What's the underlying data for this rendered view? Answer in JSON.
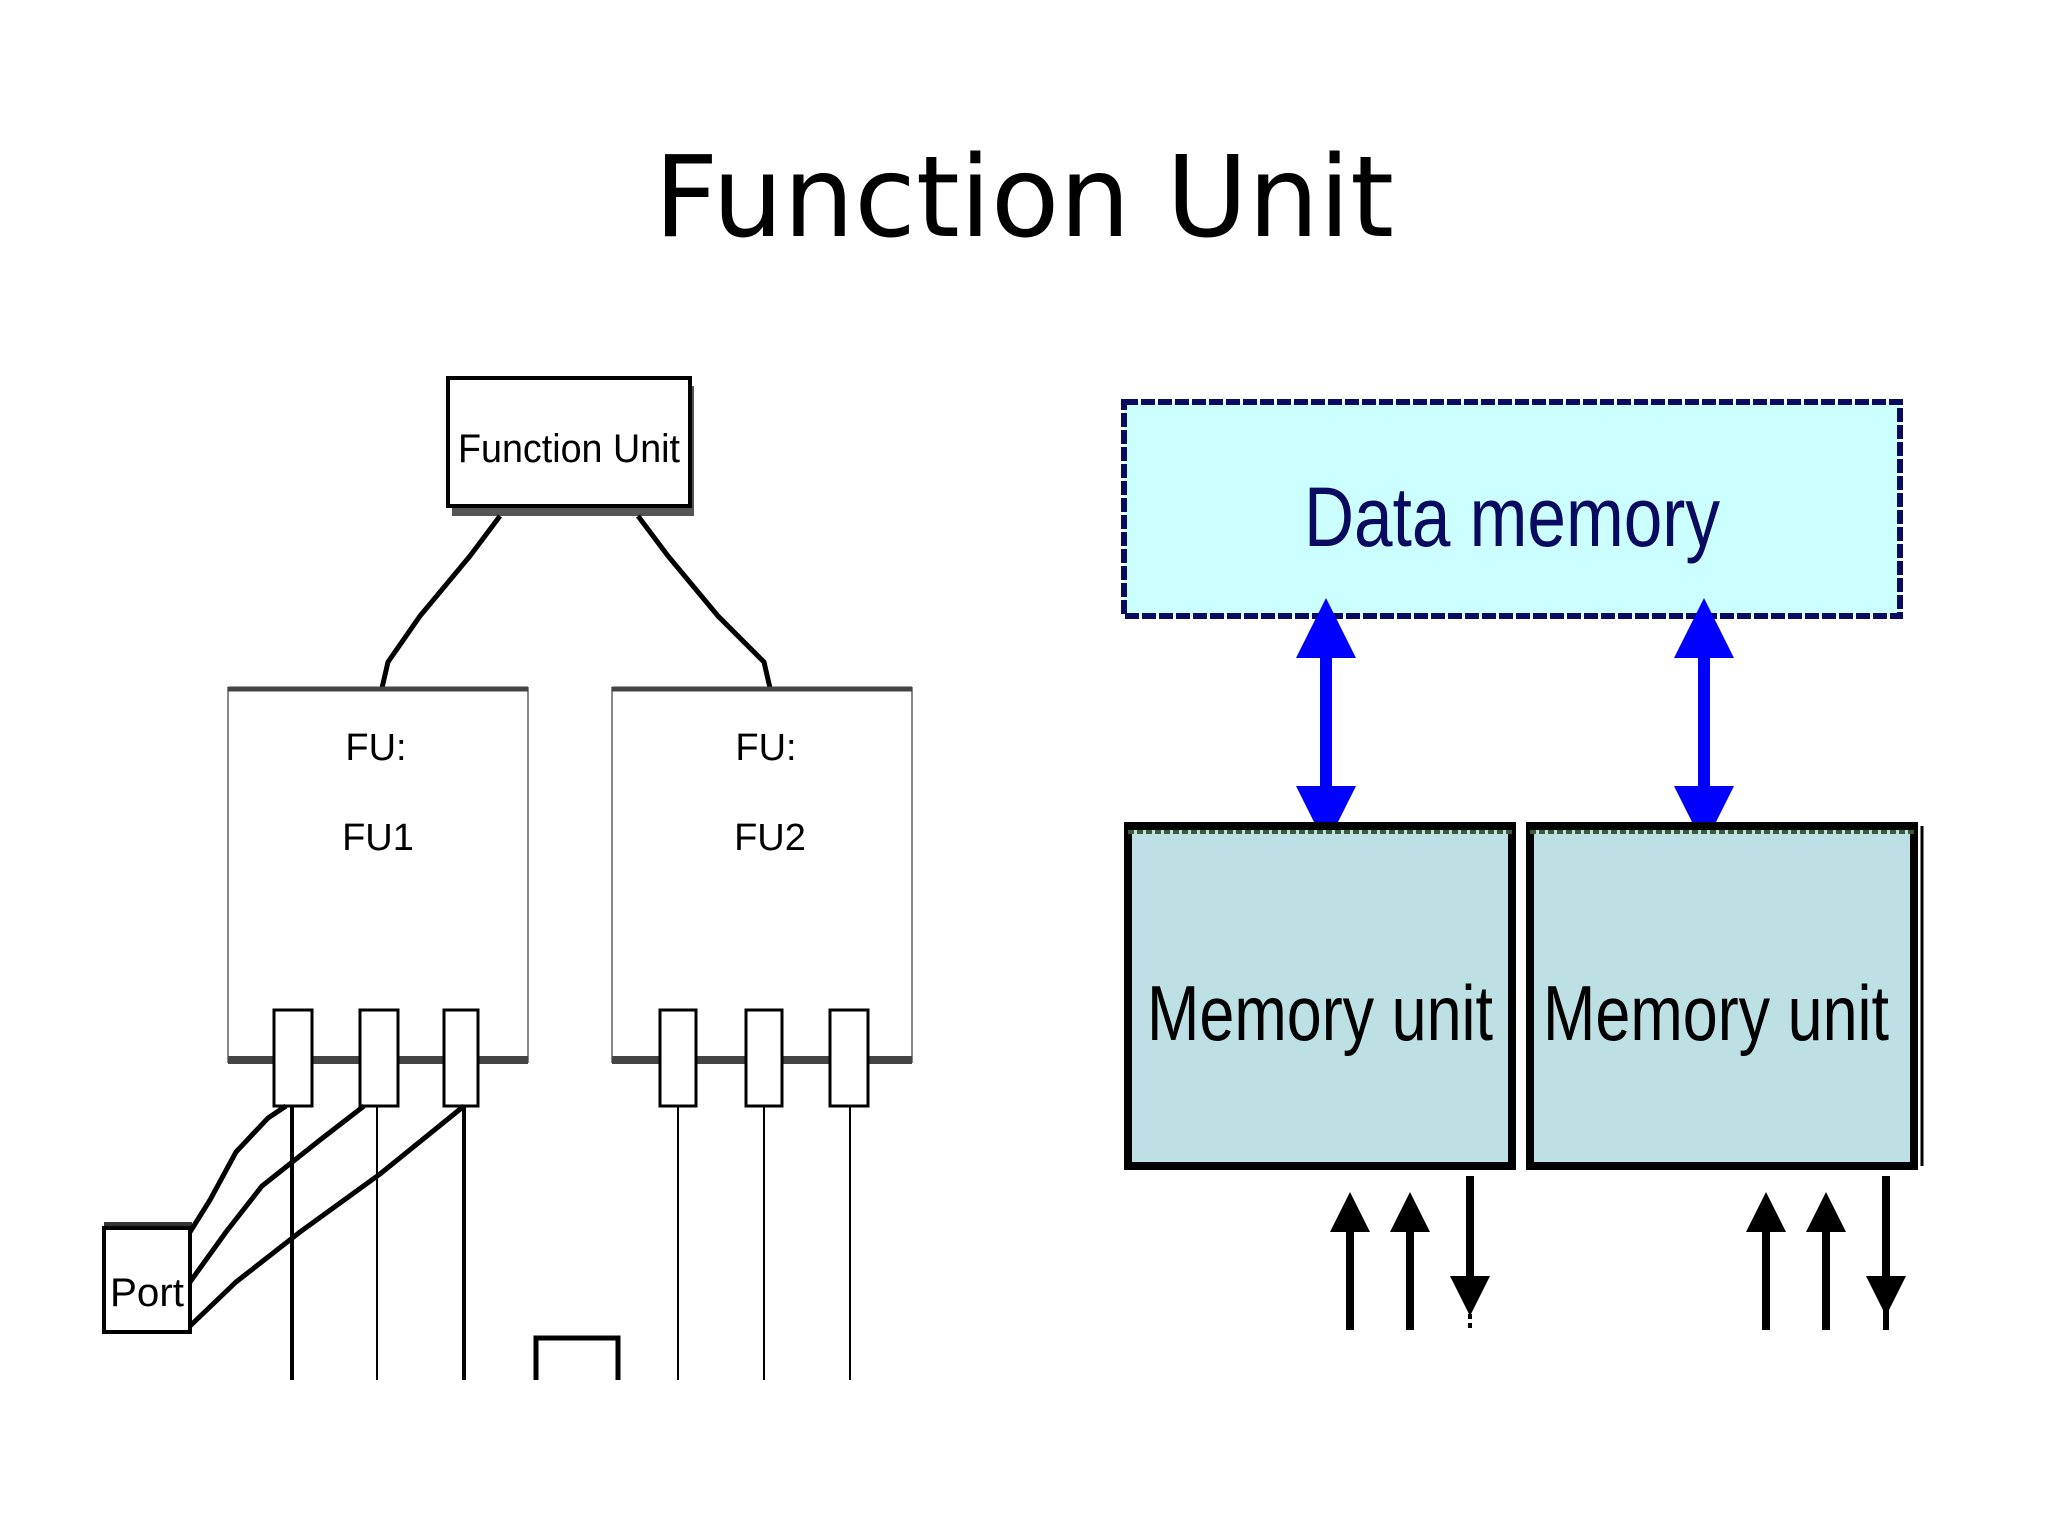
{
  "slide": {
    "title": "Function Unit"
  },
  "left_diagram": {
    "function_unit_label": "Function Unit",
    "fu_boxes": [
      {
        "type_label": "FU:",
        "name_label": "FU1"
      },
      {
        "type_label": "FU:",
        "name_label": "FU2"
      }
    ],
    "port_label": "Port"
  },
  "right_diagram": {
    "data_memory_label": "Data memory",
    "memory_units": [
      {
        "label": "Memory unit"
      },
      {
        "label": "Memory unit"
      }
    ]
  },
  "colors": {
    "data_memory_fill": "#ccffff",
    "data_memory_border": "#0a0a60",
    "memory_unit_fill": "#bde0e4",
    "arrow_blue": "#0000ff"
  }
}
